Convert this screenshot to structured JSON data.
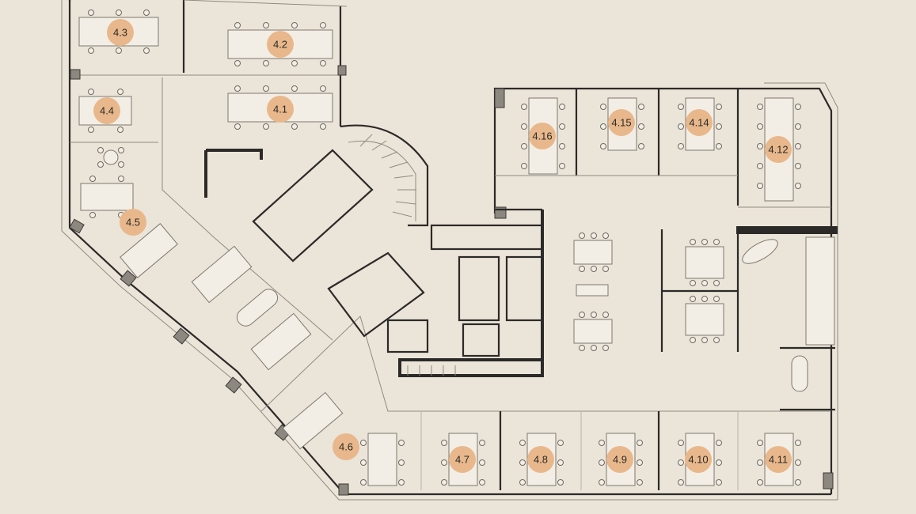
{
  "colors": {
    "background": "#ebe4d8",
    "badge": "#e8b88c",
    "wall": "#2b2a28",
    "furniture": "#f3eee5"
  },
  "rooms": [
    {
      "id": "r43",
      "label": "4.3"
    },
    {
      "id": "r42",
      "label": "4.2"
    },
    {
      "id": "r44",
      "label": "4.4"
    },
    {
      "id": "r41",
      "label": "4.1"
    },
    {
      "id": "r45",
      "label": "4.5"
    },
    {
      "id": "r416",
      "label": "4.16"
    },
    {
      "id": "r415",
      "label": "4.15"
    },
    {
      "id": "r414",
      "label": "4.14"
    },
    {
      "id": "r412",
      "label": "4.12"
    },
    {
      "id": "r46",
      "label": "4.6"
    },
    {
      "id": "r47",
      "label": "4.7"
    },
    {
      "id": "r48",
      "label": "4.8"
    },
    {
      "id": "r49",
      "label": "4.9"
    },
    {
      "id": "r410",
      "label": "4.10"
    },
    {
      "id": "r411",
      "label": "4.11"
    }
  ]
}
